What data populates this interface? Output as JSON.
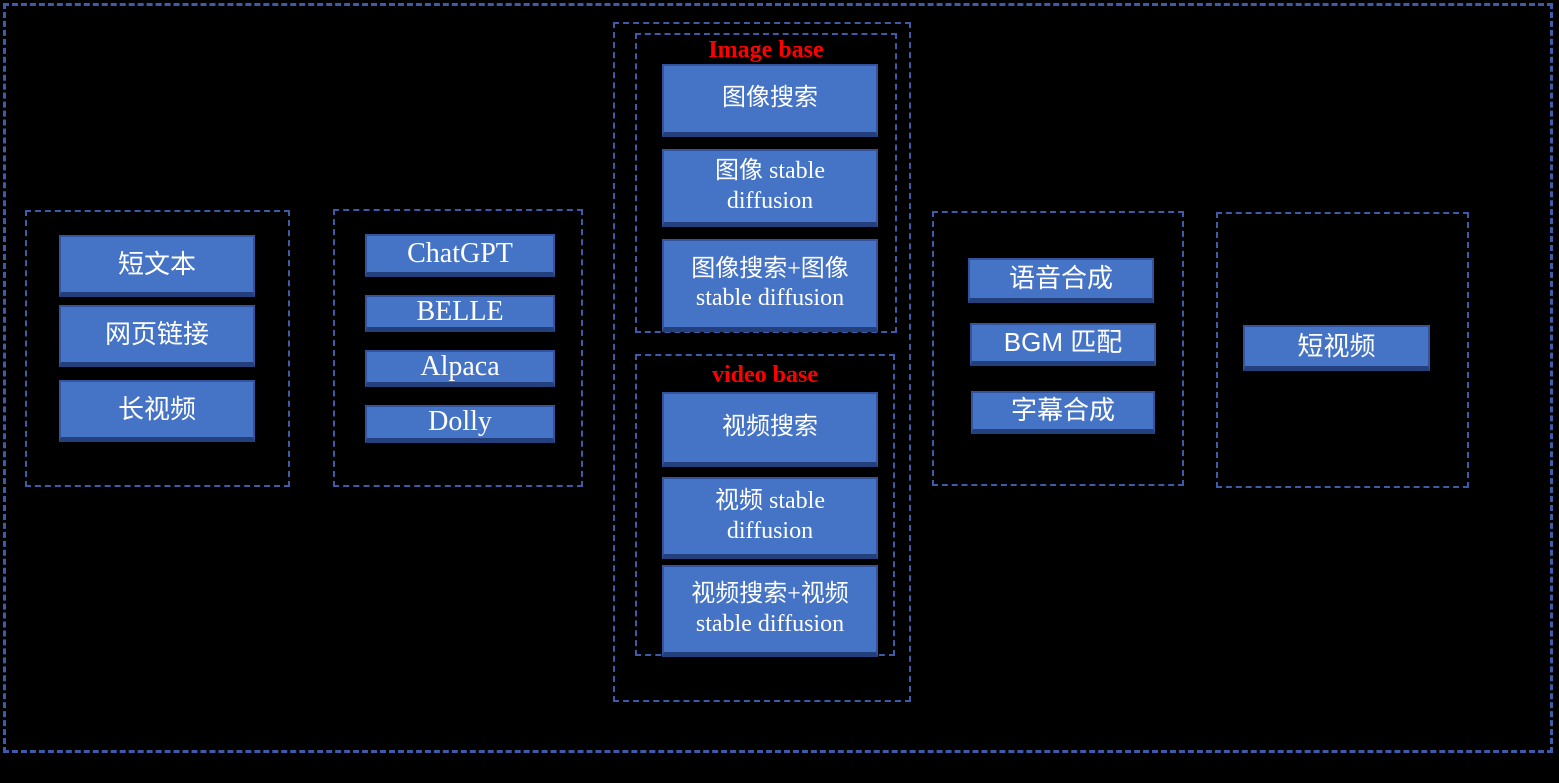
{
  "colors": {
    "background": "#000000",
    "dashed_border": "#3d5ba9",
    "node_fill": "#4573c6",
    "node_border": "#33549c",
    "node_shadow": "#24407c",
    "node_text": "#ffffff",
    "section_title_text": "#ff0000"
  },
  "groups": {
    "inputs": {
      "items": [
        {
          "label": "短文本"
        },
        {
          "label": "网页链接"
        },
        {
          "label": "长视频"
        }
      ]
    },
    "llms": {
      "items": [
        {
          "label": "ChatGPT"
        },
        {
          "label": "BELLE"
        },
        {
          "label": "Alpaca"
        },
        {
          "label": "Dolly"
        }
      ]
    },
    "media": {
      "image_base": {
        "title": "Image base",
        "items": [
          {
            "label": "图像搜索"
          },
          {
            "label": "图像 stable\ndiffusion"
          },
          {
            "label": "图像搜索+图像\nstable diffusion"
          }
        ]
      },
      "video_base": {
        "title": "video base",
        "items": [
          {
            "label": "视频搜索"
          },
          {
            "label": "视频 stable\ndiffusion"
          },
          {
            "label": "视频搜索+视频\nstable diffusion"
          }
        ]
      }
    },
    "synthesis": {
      "items": [
        {
          "label": "语音合成"
        },
        {
          "label": "BGM 匹配"
        },
        {
          "label": "字幕合成"
        }
      ]
    },
    "output": {
      "items": [
        {
          "label": "短视频"
        }
      ]
    }
  }
}
